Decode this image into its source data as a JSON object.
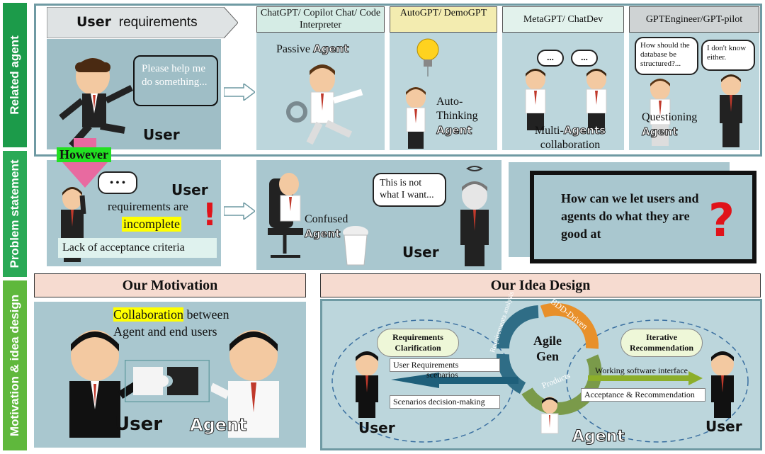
{
  "sidebar": {
    "related": "Related agent",
    "problem": "Problem statement",
    "motivation": "Motivation & idea design"
  },
  "row1": {
    "user_req_bold": "User",
    "user_req_text": "requirements",
    "user_bubble": "Please help me do something...",
    "user_label": "User",
    "col2_title": "ChatGPT/ Copilot Chat/ Code Interpreter",
    "col2_label_a": "Passive",
    "col2_label_b": "Agent",
    "col3_title": "AutoGPT/ DemoGPT",
    "col3_label_a": "Auto-",
    "col3_label_b": "Thinking",
    "col3_label_c": "Agent",
    "col4_title": "MetaGPT/ ChatDev",
    "col4_label_a": "Multi-",
    "col4_label_b": "Agents",
    "col4_label_c": "collaboration",
    "col4_bubble": "...",
    "col5_title": "GPTEngineer/GPT-pilot",
    "col5_bubble1": "How should the database be structured?...",
    "col5_bubble2": "I don't know either.",
    "col5_label_a": "Questioning",
    "col5_label_b": "Agent"
  },
  "row2": {
    "however": "However",
    "bubble_dots": "• • •",
    "user_bold": "User",
    "req_line": "requirements are",
    "incomplete": "incomplete",
    "exclaim": "!",
    "lack": "Lack of acceptance criteria",
    "confused_a": "Confused",
    "confused_b": "Agent",
    "bubble_not": "This is not what I want...",
    "user_label": "User",
    "question_text": "How can we let users and agents do what they are good at",
    "qmark": "?"
  },
  "row3": {
    "motivation_title": "Our Motivation",
    "idea_title": "Our Idea Design",
    "collab_hl": "Collaboration",
    "collab_rest": "between",
    "collab_line2": "Agent and end users",
    "user_label": "User",
    "agent_label": "Agent",
    "req_clar": "Requirements Clarification",
    "iter_rec": "Iterative Recommendation",
    "req_analysis": "Requirements analysis",
    "bdd": "BDD-Driven",
    "products": "Products",
    "agile": "Agile",
    "gen": "Gen",
    "user_requirements": "User Requirements",
    "scenarios": "scenarios",
    "scen_decision": "Scenarios decision-making",
    "working_sw": "Working software interface",
    "accept_rec": "Acceptance & Recommendation",
    "user_left": "User",
    "agent_mid": "Agent",
    "user_right": "User"
  }
}
